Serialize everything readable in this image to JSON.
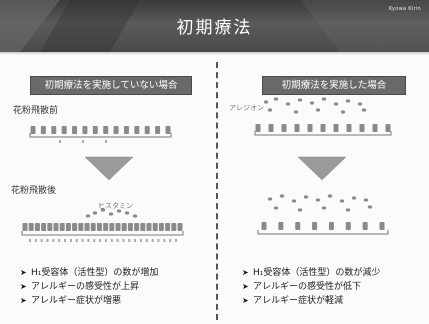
{
  "header": {
    "title": "初期療法",
    "logo_text": "Kyowa Kirin"
  },
  "left_panel": {
    "label": "初期療法を実施していない場合",
    "before_label": "花粉飛散前",
    "after_label": "花粉飛散後",
    "histamine_label": "ヒスタミン",
    "bullets": [
      "H₁受容体（活性型）の数が増加",
      "アレルギーの感受性が上昇",
      "アレルギー症状が増悪"
    ]
  },
  "right_panel": {
    "label": "初期療法を実施した場合",
    "drug_label": "アレジオン",
    "bullets": [
      "H₁受容体（活性型）の数が減少",
      "アレルギーの感受性が低下",
      "アレルギー症状が軽減"
    ]
  },
  "colors": {
    "header_bg": "#4a4a4a",
    "label_bg": "#6a6a6a",
    "receptor": "#8a8a8a",
    "triangle": "#9a9a9a"
  }
}
